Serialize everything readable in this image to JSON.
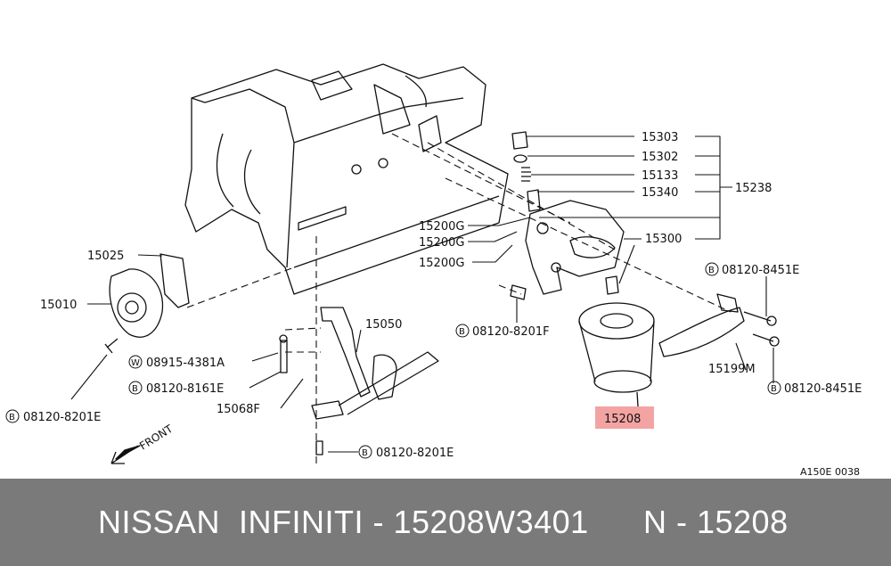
{
  "colors": {
    "line": "#111111",
    "highlight": "#f4a3a3",
    "bar": "#7a7a7a",
    "bar_text": "#ffffff"
  },
  "labels": {
    "p15303": "15303",
    "p15302": "15302",
    "p15133": "15133",
    "p15340": "15340",
    "p15238": "15238",
    "p15300": "15300",
    "p15200g_1": "15200G",
    "p15200g_2": "15200G",
    "p15200g_3": "15200G",
    "p15025": "15025",
    "p15010": "15010",
    "p15050": "15050",
    "p15068f": "15068F",
    "p15199m": "15199M",
    "p15208": "15208",
    "b_08120_8451e_top": "08120-8451E",
    "b_08120_8451e_bottom": "08120-8451E",
    "b_08120_8201f": "08120-8201F",
    "w_08915_4381a": "08915-4381A",
    "b_08120_8161e": "08120-8161E",
    "b_08120_8201e_left": "08120-8201E",
    "b_08120_8201e_bottom": "08120-8201E",
    "front": "FRONT",
    "diagram_code": "A150E 0038",
    "prefix_b": "B",
    "prefix_w": "W"
  },
  "footer": {
    "left": "NISSAN  INFINITI - 15208W3401",
    "right": "N - 15208"
  }
}
